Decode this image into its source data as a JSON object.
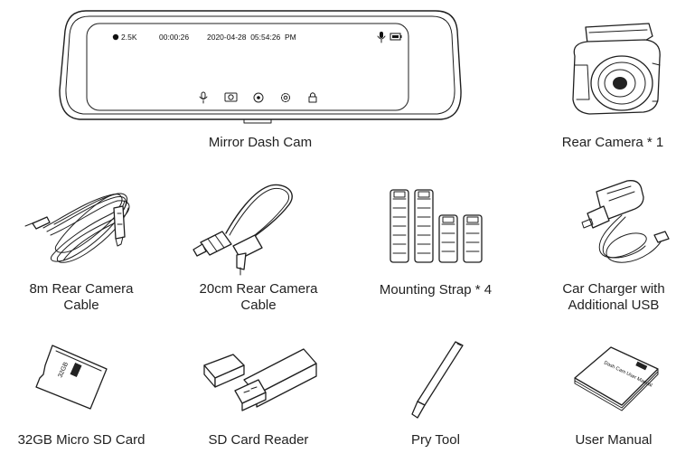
{
  "mirror": {
    "resolution": "2.5K",
    "timer": "00:00:26",
    "datetime": "2020-04-28  05:54:26  PM"
  },
  "items": [
    {
      "label": "Mirror Dash Cam"
    },
    {
      "label": "Rear Camera * 1"
    },
    {
      "label": "8m Rear Camera\nCable"
    },
    {
      "label": "20cm Rear Camera\nCable"
    },
    {
      "label": "Mounting Strap * 4"
    },
    {
      "label": "Car Charger with\nAdditional USB"
    },
    {
      "label": "32GB Micro SD Card"
    },
    {
      "label": "SD Card Reader"
    },
    {
      "label": "Pry Tool"
    },
    {
      "label": "User Manual"
    }
  ],
  "sd_card_print": "32GB",
  "manual_print": "Dash Cam User Manual"
}
